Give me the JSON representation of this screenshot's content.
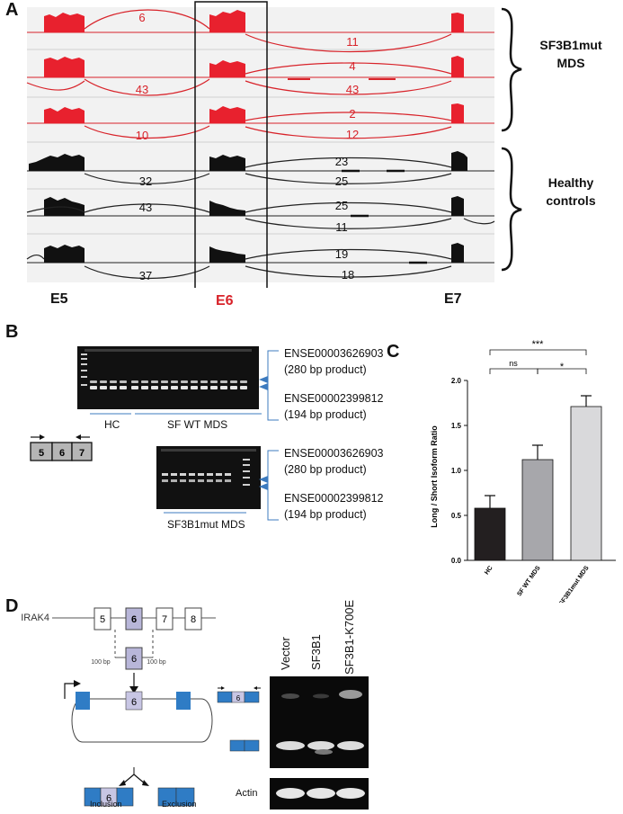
{
  "panel_a": {
    "letter": "A",
    "exon_labels": {
      "e5": "E5",
      "e6": "E6",
      "e7": "E7"
    },
    "group_mds": {
      "line1": "SF3B1mut",
      "line2": "MDS"
    },
    "group_hc": {
      "line1": "Healthy",
      "line2": "controls"
    },
    "tracks": [
      {
        "condition": "SF3B1mut",
        "top_junction": "6",
        "bottom_junction": "11",
        "e6_e7_upper": ""
      },
      {
        "condition": "SF3B1mut",
        "top_junction": "4",
        "bottom_junction": "43",
        "e5_e6": "43"
      },
      {
        "condition": "SF3B1mut",
        "top_junction": "2",
        "bottom_junction": "12",
        "e5_e6": "10"
      },
      {
        "condition": "Healthy",
        "top_junction": "23",
        "bottom_junction": "25",
        "e5_e6": "32"
      },
      {
        "condition": "Healthy",
        "top_junction": "25",
        "bottom_junction": "11",
        "e5_e6": "43"
      },
      {
        "condition": "Healthy",
        "top_junction": "19",
        "bottom_junction": "18",
        "e5_e6": "37"
      }
    ]
  },
  "panel_b": {
    "letter": "B",
    "band_top": {
      "id": "ENSE00003626903",
      "product": "(280 bp product)"
    },
    "band_bottom": {
      "id": "ENSE00002399812",
      "product": "(194 bp product)"
    },
    "band_top2": {
      "id": "ENSE00003626903",
      "product": "(280 bp product)"
    },
    "band_bottom2": {
      "id": "ENSE00002399812",
      "product": "(194 bp product)"
    },
    "lane_group_hc": "HC",
    "lane_group_wt": "SF WT MDS",
    "lane_group_mut": "SF3B1mut MDS",
    "exons": [
      "5",
      "6",
      "7"
    ]
  },
  "panel_c": {
    "letter": "C",
    "sig_all": "***",
    "sig_hc_wt": "ns",
    "sig_wt_mut": "*"
  },
  "chart_data": {
    "type": "bar",
    "categories": [
      "HC",
      "SF WT MDS",
      "SF3B1mut MDS"
    ],
    "values": [
      0.58,
      1.12,
      1.71
    ],
    "errors": [
      0.14,
      0.16,
      0.12
    ],
    "ylabel": "Long / Short Isoform Ratio",
    "ylim": [
      0,
      2.0
    ],
    "yticks": [
      "0.0",
      "0.5",
      "1.0",
      "1.5",
      "2.0"
    ],
    "colors": [
      "#231f20",
      "#a7a7ab",
      "#d9d9db"
    ]
  },
  "panel_d": {
    "letter": "D",
    "gene": "IRAK4",
    "exons": [
      "5",
      "6",
      "7",
      "8"
    ],
    "insert_exon": "6",
    "flank_left": "100 bp",
    "flank_right": "100 bp",
    "plasmid_exon": "6",
    "inclusion_exon": "6",
    "inclusion_label": "Inclusion",
    "exclusion_label": "Exclusion",
    "lanes": [
      "Vector",
      "SF3B1",
      "SF3B1-K700E"
    ],
    "gel_exon": "6",
    "actin_label": "Actin"
  }
}
